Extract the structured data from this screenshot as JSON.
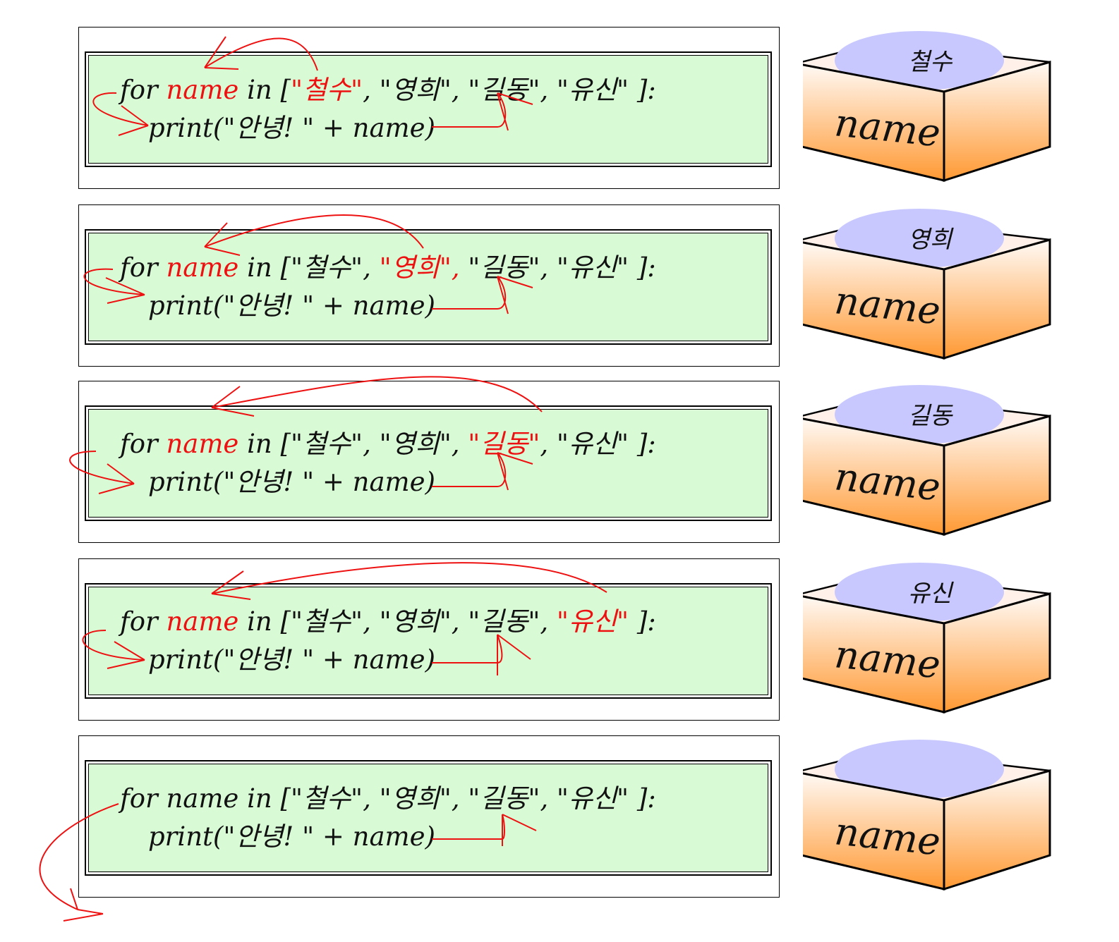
{
  "code": {
    "kw_for": "for",
    "var": "name",
    "kw_in": "in",
    "open": "[",
    "items": [
      "\"철수\"",
      "\"영희\"",
      "\"길동\"",
      "\"유신\""
    ],
    "sep": ", ",
    "close": "]:",
    "print_prefix": "print(\"안녕! \" + name)"
  },
  "steps": [
    {
      "highlight_var": true,
      "highlight_index": 0,
      "box_value": "철수"
    },
    {
      "highlight_var": true,
      "highlight_index": 1,
      "box_value": "영희"
    },
    {
      "highlight_var": true,
      "highlight_index": 2,
      "box_value": "길동"
    },
    {
      "highlight_var": true,
      "highlight_index": 3,
      "box_value": "유신"
    },
    {
      "highlight_var": false,
      "highlight_index": -1,
      "box_value": ""
    }
  ],
  "box_label": "name",
  "colors": {
    "highlight": "#ee1111",
    "code_bg": "#d8fbd6",
    "box_top": "#fff0ea",
    "box_front_top": "#fffaf6",
    "box_front_bottom": "#ff9933",
    "lid": "#c8c8ff",
    "arrow": "#ee1111"
  }
}
